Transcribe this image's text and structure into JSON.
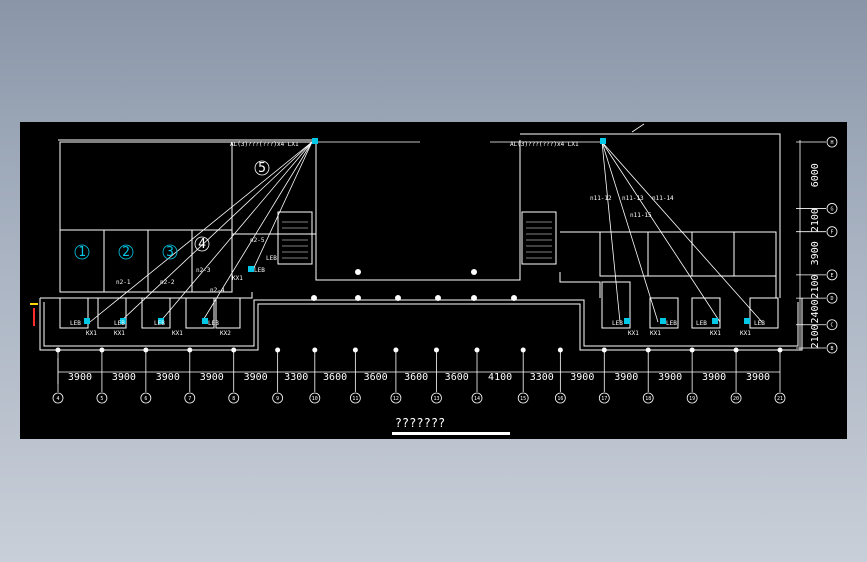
{
  "drawing": {
    "title": "???????",
    "panel_label_left": "AL(3)???(???)x4 LX1",
    "panel_label_right": "AL(3)???(???)x4 LX1",
    "room_numbers": [
      "1",
      "2",
      "3",
      "4",
      "5"
    ],
    "circuit_labels_left": [
      "n2-1",
      "n2-2",
      "n2-3",
      "n2-4",
      "n2-5"
    ],
    "circuit_labels_right": [
      "n11-12",
      "n11-13",
      "n11-14",
      "n11-15"
    ],
    "fixture_labels": [
      "LEB",
      "LEB",
      "LEB",
      "LEB",
      "LEB",
      "LEB",
      "LEB",
      "LEB",
      "LEB",
      "LEB"
    ],
    "kx_labels": [
      "KX1",
      "KX1",
      "KX1",
      "KX1",
      "KX2",
      "KX1",
      "KX1",
      "KX1",
      "KX1"
    ],
    "bottom_dimensions": [
      "3900",
      "3900",
      "3900",
      "3900",
      "3900",
      "3300",
      "3600",
      "3600",
      "3600",
      "3600",
      "4100",
      "3300",
      "3900",
      "3900",
      "3900",
      "3900",
      "3900"
    ],
    "right_dimensions": [
      "6000",
      "2100",
      "3900",
      "2100",
      "2400",
      "2100"
    ],
    "grid_axes_bottom": [
      "4",
      "5",
      "6",
      "7",
      "8",
      "9",
      "10",
      "11",
      "12",
      "13",
      "14",
      "15",
      "16",
      "17",
      "18",
      "19",
      "20",
      "21"
    ],
    "grid_axes_right": [
      "H",
      "G",
      "F",
      "E",
      "D",
      "C",
      "B",
      "A"
    ]
  },
  "colors": {
    "background": "#000000",
    "linework": "#ffffff",
    "fixtures": "#00c8e6",
    "accent": "#ff2a2a",
    "marker": "#ffd400"
  }
}
